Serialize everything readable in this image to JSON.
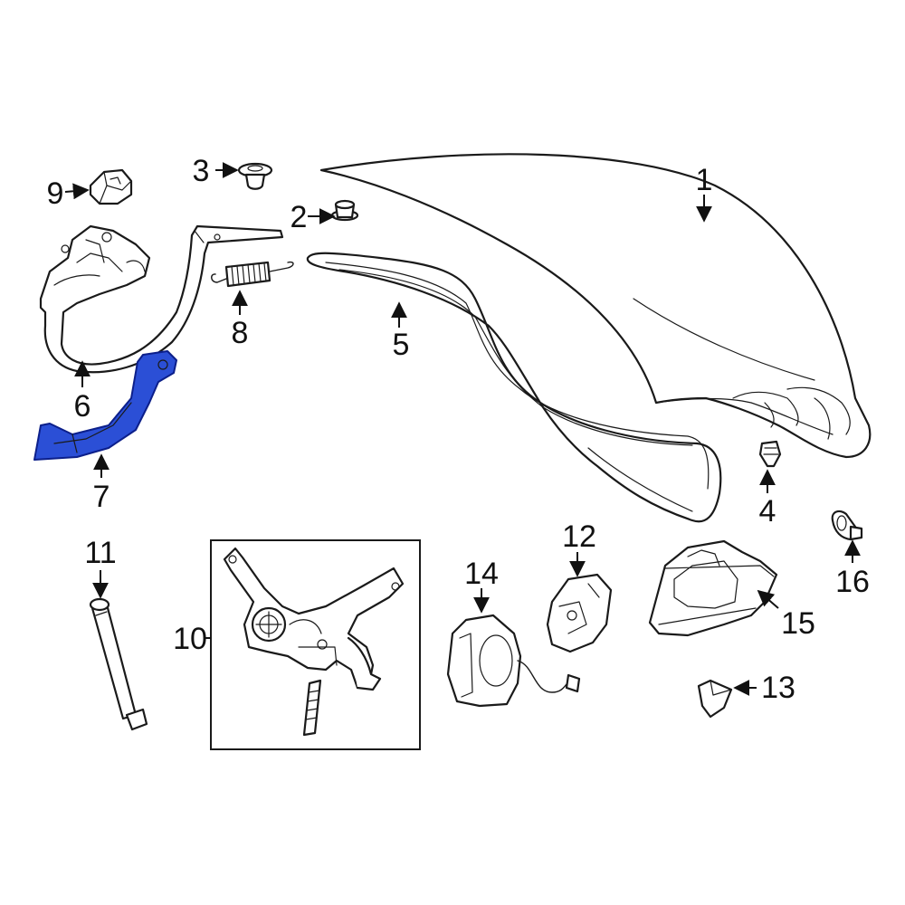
{
  "colors": {
    "highlight": "#2b4fd6",
    "line": "#1a1a1a",
    "background": "#ffffff"
  },
  "callouts": [
    {
      "id": "1",
      "label": "1"
    },
    {
      "id": "2",
      "label": "2"
    },
    {
      "id": "3",
      "label": "3"
    },
    {
      "id": "4",
      "label": "4"
    },
    {
      "id": "5",
      "label": "5"
    },
    {
      "id": "6",
      "label": "6"
    },
    {
      "id": "7",
      "label": "7"
    },
    {
      "id": "8",
      "label": "8"
    },
    {
      "id": "9",
      "label": "9"
    },
    {
      "id": "10",
      "label": "10"
    },
    {
      "id": "11",
      "label": "11"
    },
    {
      "id": "12",
      "label": "12"
    },
    {
      "id": "13",
      "label": "13"
    },
    {
      "id": "14",
      "label": "14"
    },
    {
      "id": "15",
      "label": "15"
    },
    {
      "id": "16",
      "label": "16"
    }
  ],
  "highlighted_part": "7"
}
